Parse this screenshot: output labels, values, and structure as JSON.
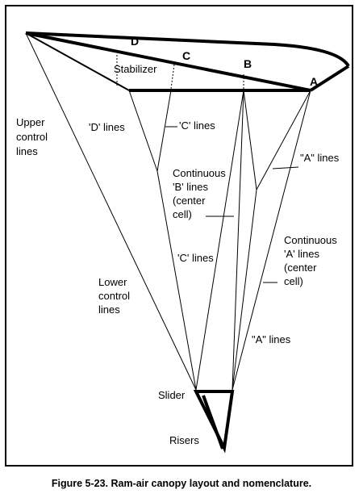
{
  "diagram": {
    "labels": {
      "cell_d": "D",
      "cell_c": "C",
      "cell_b": "B",
      "cell_a": "A",
      "stabilizer": "Stabilizer",
      "upper_control": [
        "Upper",
        "control",
        "lines"
      ],
      "d_lines": "'D' lines",
      "c_lines_top": "'C' lines",
      "a_lines_top": "\"A\" lines",
      "continuous_b": [
        "Continuous",
        "'B' lines",
        "(center",
        "cell)"
      ],
      "c_lines_mid": "'C' lines",
      "continuous_a": [
        "Continuous",
        "'A' lines",
        "(center",
        "cell)"
      ],
      "lower_control": [
        "Lower",
        "control",
        "lines"
      ],
      "a_lines_bottom": "\"A\" lines",
      "slider": "Slider",
      "risers": "Risers"
    }
  },
  "caption": "Figure 5-23. Ram-air canopy layout and nomenclature."
}
